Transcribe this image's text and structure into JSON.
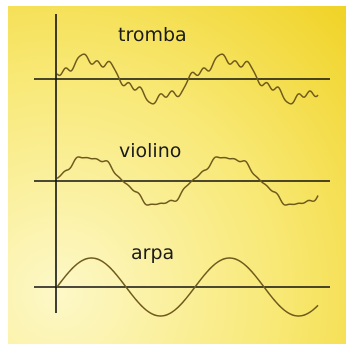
{
  "diagram": {
    "waves": [
      {
        "label": "tromba",
        "kind": "rough"
      },
      {
        "label": "violino",
        "kind": "smooth-rough"
      },
      {
        "label": "arpa",
        "kind": "sine"
      }
    ],
    "colors": {
      "background_light": "#fdf8c8",
      "background_mid": "#f8e874",
      "background_dark": "#f0d326",
      "axis": "#111111",
      "wave": "#6e5a1c"
    }
  }
}
